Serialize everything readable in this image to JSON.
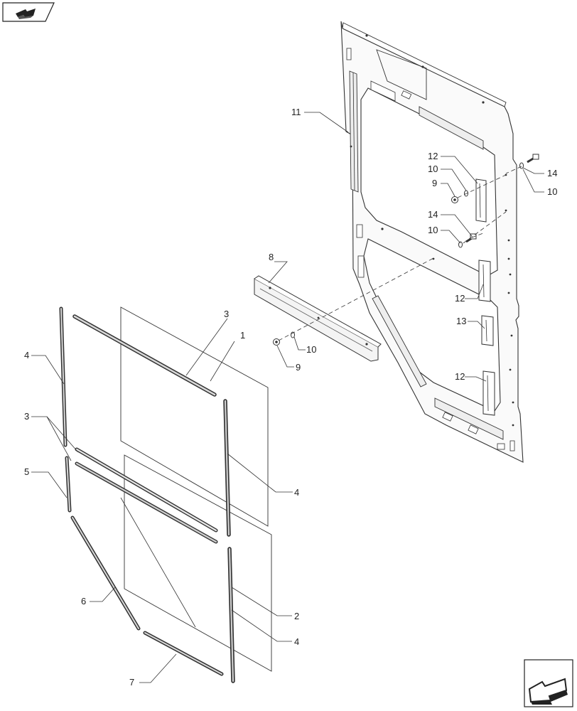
{
  "navigation": {
    "top_icon": "return-to-index-arrow-icon",
    "bottom_icon": "next-page-arrow-icon"
  },
  "callouts": [
    {
      "id": "c-3-top",
      "text": "3"
    },
    {
      "id": "c-1",
      "text": "1"
    },
    {
      "id": "c-4-left",
      "text": "4"
    },
    {
      "id": "c-3-left",
      "text": "3"
    },
    {
      "id": "c-5",
      "text": "5"
    },
    {
      "id": "c-4-right-top",
      "text": "4"
    },
    {
      "id": "c-2",
      "text": "2"
    },
    {
      "id": "c-4-right-bottom",
      "text": "4"
    },
    {
      "id": "c-6",
      "text": "6"
    },
    {
      "id": "c-7",
      "text": "7"
    },
    {
      "id": "c-8",
      "text": "8"
    },
    {
      "id": "c-10-mid",
      "text": "10"
    },
    {
      "id": "c-9-mid",
      "text": "9"
    },
    {
      "id": "c-11",
      "text": "11"
    },
    {
      "id": "c-12-a",
      "text": "12"
    },
    {
      "id": "c-10-a",
      "text": "10"
    },
    {
      "id": "c-9-a",
      "text": "9"
    },
    {
      "id": "c-14-a",
      "text": "14"
    },
    {
      "id": "c-10-b",
      "text": "10"
    },
    {
      "id": "c-14-b",
      "text": "14"
    },
    {
      "id": "c-10-c",
      "text": "10"
    },
    {
      "id": "c-12-b",
      "text": "12"
    },
    {
      "id": "c-13",
      "text": "13"
    },
    {
      "id": "c-12-c",
      "text": "12"
    }
  ]
}
